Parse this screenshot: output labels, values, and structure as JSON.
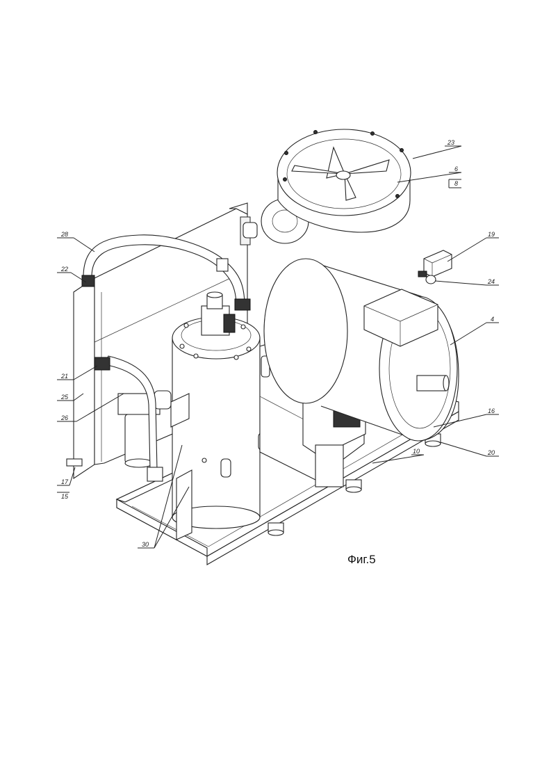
{
  "caption": "Фиг.5",
  "callouts": [
    "23",
    "6",
    "8",
    "28",
    "22",
    "19",
    "24",
    "4",
    "21",
    "25",
    "26",
    "16",
    "20",
    "10",
    "17",
    "15",
    "30"
  ]
}
